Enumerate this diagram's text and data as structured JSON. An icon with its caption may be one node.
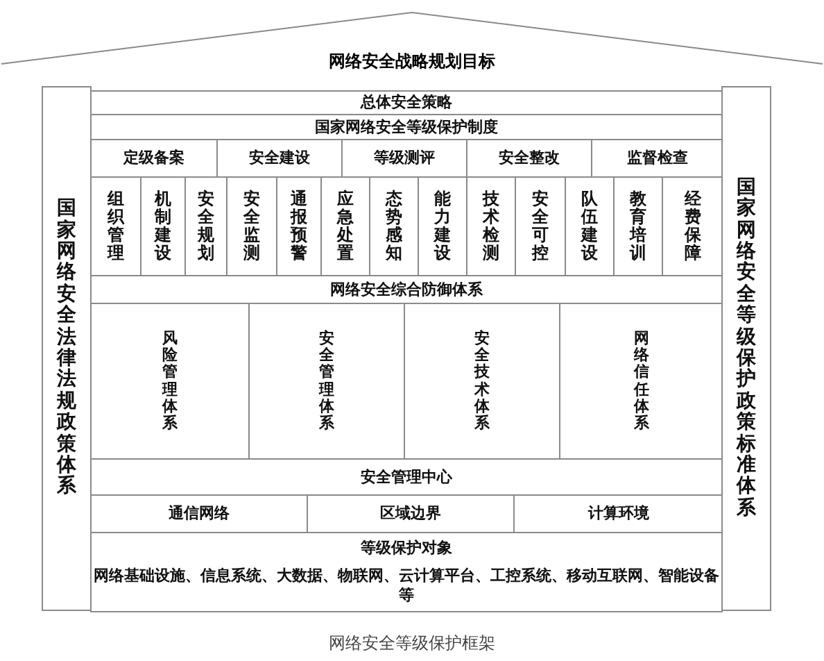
{
  "diagram": {
    "caption": "网络安全等级保护框架",
    "nodes": [
      {
        "text": [
          "网络安全战略规划目标"
        ]
      },
      {
        "text": [
          "国家网络安全法律法规政策体系"
        ]
      },
      {
        "text": [
          "总体安全策略"
        ]
      },
      {
        "text": [
          "国家网络安全等级保护制度"
        ]
      },
      {
        "text": [
          "定级备案"
        ]
      },
      {
        "text": [
          "安全建设"
        ]
      },
      {
        "text": [
          "等级测评"
        ]
      },
      {
        "text": [
          "安全整改"
        ]
      },
      {
        "text": [
          "监督检查"
        ]
      },
      {
        "text": [
          "组织管理"
        ]
      },
      {
        "text": [
          "机制建设"
        ]
      },
      {
        "text": [
          "安全规划"
        ]
      },
      {
        "text": [
          "安全监测"
        ]
      },
      {
        "text": [
          "通报预警"
        ]
      },
      {
        "text": [
          "应急处置"
        ]
      },
      {
        "text": [
          "态势感知"
        ]
      },
      {
        "text": [
          "能力建设"
        ]
      },
      {
        "text": [
          "技术检测"
        ]
      },
      {
        "text": [
          "安全可控"
        ]
      },
      {
        "text": [
          "队伍建设"
        ]
      },
      {
        "text": [
          "教育培训"
        ]
      },
      {
        "text": [
          "经费保障"
        ]
      },
      {
        "text": [
          "网络安全综合防御体系"
        ]
      },
      {
        "text": [
          "风险管理体系"
        ]
      },
      {
        "text": [
          "安全管理体系"
        ]
      },
      {
        "text": [
          "安全技术体系"
        ]
      },
      {
        "text": [
          "网络信任体系"
        ]
      },
      {
        "text": [
          "安全管理中心"
        ]
      },
      {
        "text": [
          "通信网络"
        ]
      },
      {
        "text": [
          "区域边界"
        ]
      },
      {
        "text": [
          "计算环境"
        ]
      },
      {
        "text": [
          "等级保护对象",
          "网络基础设施、信息系统、大数据、物联网、云计算平台、工控系统、移动互联网、智能设备等"
        ]
      },
      {
        "text": [
          "国家网络安全等级保护政策标准体系"
        ]
      }
    ]
  }
}
